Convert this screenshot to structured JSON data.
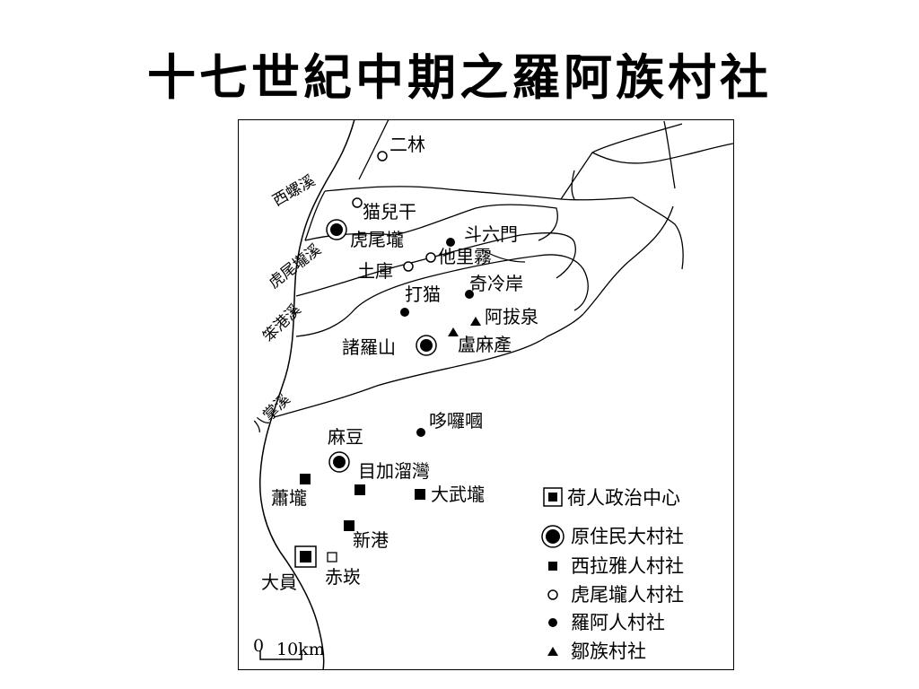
{
  "title": "十七世紀中期之羅阿族村社",
  "rivers": {
    "r1": "西螺溪",
    "r2": "虎尾壠溪",
    "r3": "笨港溪",
    "r4": "八掌溪"
  },
  "places": {
    "erlin": "二林",
    "maoerqian": "猫兒干",
    "huweilong": "虎尾壠",
    "douliumen": "斗六門",
    "taliwu": "他里霧",
    "tuku": "土庫",
    "qiqiaan": "奇冷岸",
    "damao": "打猫",
    "abaquan": "阿拔泉",
    "zhuluoshan": "諸羅山",
    "lumachan": "盧麻產",
    "duoluoguo": "哆囉嘓",
    "madou": "麻豆",
    "mujialiuwan": "目加溜灣",
    "xiaolong": "蕭壠",
    "dawulong": "大武壠",
    "xingang": "新港",
    "dayuan": "大員",
    "chikan": "赤崁"
  },
  "legend": {
    "dutch": "荷人政治中心",
    "native_large": "原住民大村社",
    "siraya": "西拉雅人村社",
    "huwei": "虎尾壠人村社",
    "luoa": "羅阿人村社",
    "zou": "鄒族村社"
  },
  "scale": {
    "zero": "0",
    "distance": "10km"
  }
}
